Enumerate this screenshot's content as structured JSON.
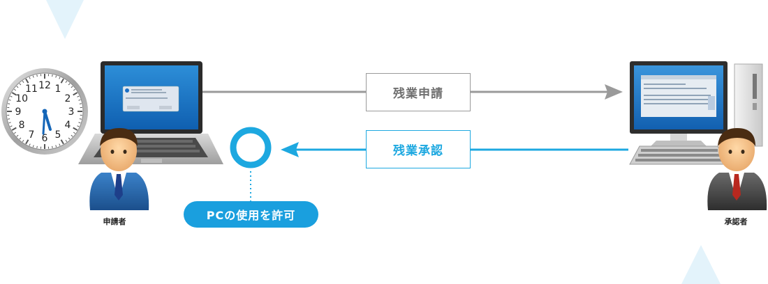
{
  "labels": {
    "request_box": "残業申請",
    "approve_box": "残業承認",
    "pc_permission": "PCの使用を許可",
    "applicant": "申請者",
    "approver": "承認者"
  },
  "clock": {
    "numbers": [
      "12",
      "1",
      "2",
      "3",
      "4",
      "5",
      "6",
      "7",
      "8",
      "9",
      "10",
      "11"
    ]
  },
  "colors": {
    "accent_blue": "#1da8e0",
    "arrow_gray": "#9a9a9a",
    "pill_blue": "#1a9fde"
  }
}
